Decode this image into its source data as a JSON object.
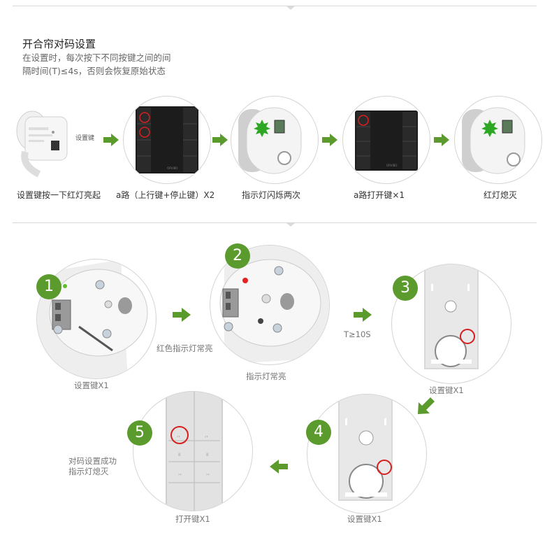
{
  "section1": {
    "title": "开合帘对码设置",
    "desc_line1": "在设置时，每次按下不同按键之间的间",
    "desc_line2": "隔时间(T)≤4s，否则会恢复原始状态",
    "callout": "设置键",
    "steps": [
      {
        "label": "设置键按一下红灯亮起"
      },
      {
        "label": "a路（上行键+停止键）X2"
      },
      {
        "label": "指示灯闪烁两次"
      },
      {
        "label": "a路打开键×1"
      },
      {
        "label": "红灯熄灭"
      }
    ]
  },
  "section2": {
    "steps": [
      {
        "number": "1",
        "label": "设置键X1"
      },
      {
        "number": "2",
        "label": "指示灯常亮"
      },
      {
        "number": "3",
        "label": "设置键X1"
      },
      {
        "number": "4",
        "label": "设置键X1"
      },
      {
        "number": "5",
        "label": "打开键X1"
      }
    ],
    "arrow_note_1": "红色指示灯常亮",
    "arrow_note_2": "T≥10S",
    "final_note_line1": "对码设置成功",
    "final_note_line2": "指示灯熄灭"
  },
  "colors": {
    "accent_green": "#5b9a2c",
    "highlight_red": "#d61f1f",
    "divider": "#d9d9d9"
  }
}
